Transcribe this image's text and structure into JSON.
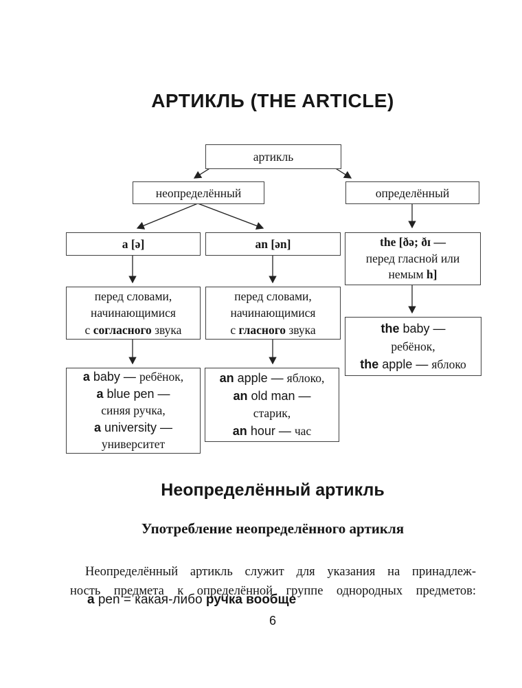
{
  "page": {
    "title": "АРТИКЛЬ (THE ARTICLE)",
    "page_number": "6"
  },
  "diagram": {
    "nodes": {
      "article": [
        {
          "t": "артикль"
        }
      ],
      "indefinite": [
        {
          "t": "неопределённый"
        }
      ],
      "definite": [
        {
          "t": "определённый"
        }
      ],
      "a": [
        {
          "t": "a [ə]",
          "b": 1
        }
      ],
      "an": [
        {
          "t": "an [ən]",
          "b": 1
        }
      ],
      "the": [
        {
          "t": "the [ðə; ðɪ —",
          "b": 1
        },
        {
          "t": "\n"
        },
        {
          "t": "перед гласной или"
        },
        {
          "t": "\n"
        },
        {
          "t": "немым "
        },
        {
          "t": "h]",
          "b": 1
        }
      ],
      "before_consonant": [
        {
          "t": "перед словами,"
        },
        {
          "t": "\n"
        },
        {
          "t": "начинающимися"
        },
        {
          "t": "\n"
        },
        {
          "t": "с "
        },
        {
          "t": "согласного",
          "b": 1
        },
        {
          "t": " звука"
        }
      ],
      "before_vowel": [
        {
          "t": "перед словами,"
        },
        {
          "t": "\n"
        },
        {
          "t": "начинающимися"
        },
        {
          "t": "\n"
        },
        {
          "t": "с "
        },
        {
          "t": "гласного",
          "b": 1
        },
        {
          "t": " звука"
        }
      ],
      "the_examples": [
        {
          "t": "the",
          "b": 1,
          "sans": 1
        },
        {
          "t": " baby — ",
          "sans": 1
        },
        {
          "t": "\n"
        },
        {
          "t": "ребёнок,"
        },
        {
          "t": "\n"
        },
        {
          "t": "the",
          "b": 1,
          "sans": 1
        },
        {
          "t": " apple — ",
          "sans": 1
        },
        {
          "t": "яблоко"
        }
      ],
      "a_examples": [
        {
          "t": "a",
          "b": 1,
          "sans": 1
        },
        {
          "t": " baby — ",
          "sans": 1
        },
        {
          "t": "ребёнок,"
        },
        {
          "t": "\n"
        },
        {
          "t": "a",
          "b": 1,
          "sans": 1
        },
        {
          "t": " blue pen —",
          "sans": 1
        },
        {
          "t": "\n"
        },
        {
          "t": "синяя ручка,"
        },
        {
          "t": "\n"
        },
        {
          "t": "a",
          "b": 1,
          "sans": 1
        },
        {
          "t": " university —",
          "sans": 1
        },
        {
          "t": "\n"
        },
        {
          "t": "университет"
        }
      ],
      "an_examples": [
        {
          "t": "an",
          "b": 1,
          "sans": 1
        },
        {
          "t": " apple — ",
          "sans": 1
        },
        {
          "t": "яблоко,"
        },
        {
          "t": "\n"
        },
        {
          "t": "an",
          "b": 1,
          "sans": 1
        },
        {
          "t": " old man —",
          "sans": 1
        },
        {
          "t": "\n"
        },
        {
          "t": "старик,"
        },
        {
          "t": "\n"
        },
        {
          "t": "an",
          "b": 1,
          "sans": 1
        },
        {
          "t": " hour — ",
          "sans": 1
        },
        {
          "t": "час"
        }
      ]
    }
  },
  "section": {
    "heading": "Неопределённый артикль",
    "subheading": "Употребление неопределённого артикля",
    "intro_lines": [
      "Неопределённый артикль служит для указания на принадлеж-",
      "ность предмета к определённой группе однородных предметов:"
    ],
    "example": [
      {
        "t": "a",
        "b": 1,
        "sans": 1
      },
      {
        "t": " pen = какая-либо ",
        "sans": 1
      },
      {
        "t": "ручка вообще",
        "b": 1,
        "sans": 1
      }
    ]
  }
}
